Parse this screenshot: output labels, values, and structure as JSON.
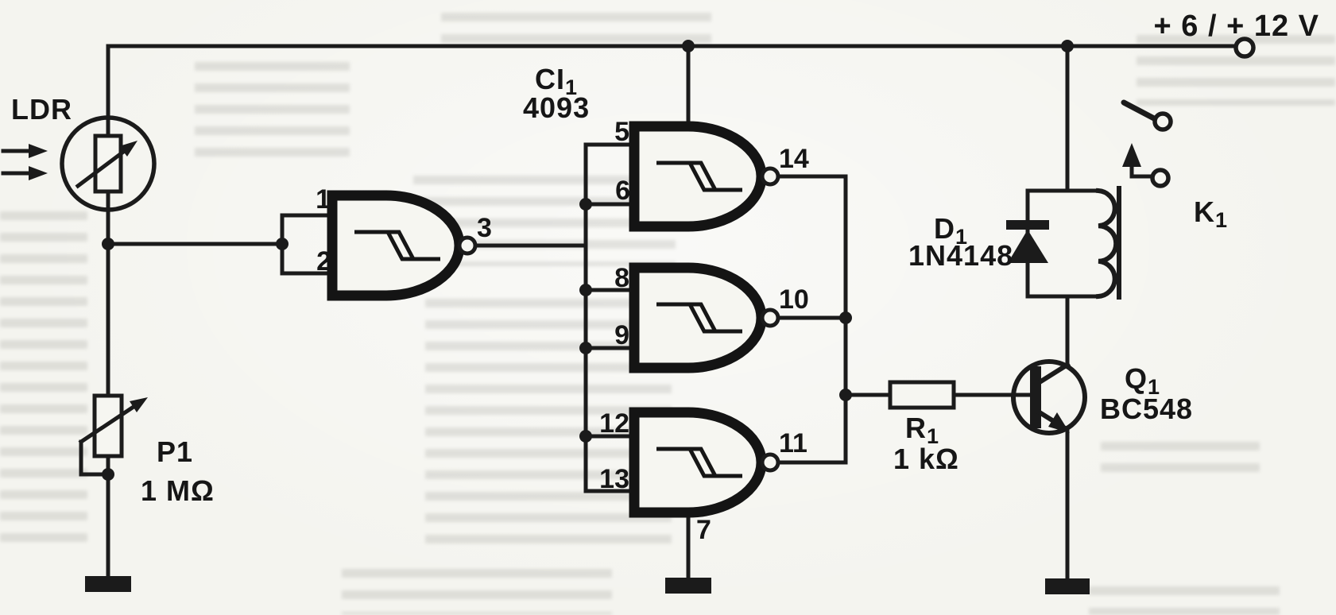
{
  "colors": {
    "ink": "#1b1b1b",
    "paper": "#f4f4ef"
  },
  "power_rail": {
    "label": "+ 6 / + 12 V"
  },
  "ic": {
    "ref": "CI",
    "ref_sub": "1",
    "part": "4093",
    "gates": [
      {
        "in1": "1",
        "in2": "2",
        "out": "3"
      },
      {
        "in1": "5",
        "in2": "6",
        "out": "14"
      },
      {
        "in1": "8",
        "in2": "9",
        "out": "10"
      },
      {
        "in1": "12",
        "in2": "13",
        "out": "11",
        "gnd": "7"
      }
    ]
  },
  "components": {
    "ldr": {
      "label": "LDR"
    },
    "p1": {
      "ref": "P1",
      "value": "1 MΩ"
    },
    "r1": {
      "ref": "R",
      "ref_sub": "1",
      "value": "1 kΩ"
    },
    "d1": {
      "ref": "D",
      "ref_sub": "1",
      "part": "1N4148"
    },
    "q1": {
      "ref": "Q",
      "ref_sub": "1",
      "part": "BC548"
    },
    "k1": {
      "ref": "K",
      "ref_sub": "1"
    }
  }
}
